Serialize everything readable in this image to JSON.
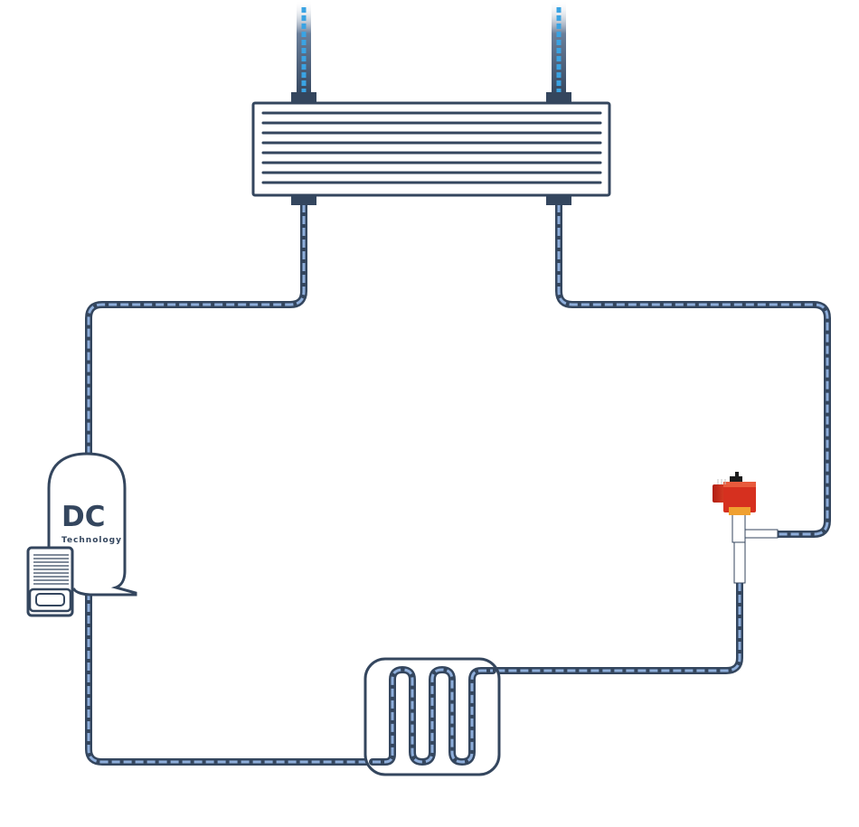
{
  "compressor": {
    "brand_text": "DC",
    "sub_text": "Technology"
  },
  "components": [
    {
      "name": "condenser-radiator",
      "icon": "radiator-icon"
    },
    {
      "name": "compressor",
      "icon": "compressor-tank-icon"
    },
    {
      "name": "solenoid-valve",
      "icon": "red-valve-icon"
    },
    {
      "name": "evaporator-coil",
      "icon": "serpentine-coil-icon"
    }
  ],
  "colors": {
    "pipe_outline": "#34465e",
    "pipe_fill": "#8eaedb",
    "coolant_inlet": "#3aa3e3",
    "valve_red": "#d6301f"
  }
}
